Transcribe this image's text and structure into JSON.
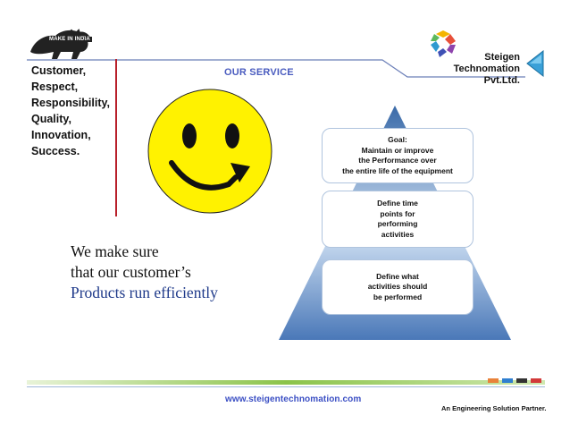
{
  "header": {
    "make_in_india": "MAKE IN INDIA",
    "section_title": "OUR SERVICE",
    "company_name_line1": "Steigen",
    "company_name_line2": "Technomation Pvt.Ltd."
  },
  "values": [
    "Customer,",
    "Respect,",
    "Responsibility,",
    "Quality,",
    "Innovation,",
    "Success."
  ],
  "tagline": {
    "line1": "We make sure",
    "line2": "that our customer’s",
    "line3": "Products run efficiently"
  },
  "pyramid": {
    "goal": [
      "Goal:",
      "Maintain or improve",
      "the Performance  over",
      "the entire life  of the equipment"
    ],
    "time": [
      "Define time",
      "points for",
      "performing",
      "activities"
    ],
    "what": [
      "Define what",
      "activities  should",
      "be performed"
    ]
  },
  "footer": {
    "website": "www.steigentechnomation.com",
    "slogan": "An Engineering Solution Partner."
  },
  "colors": {
    "accent_red": "#b8202a",
    "pyramid_blue": "#4a78b8",
    "smiley_yellow": "#fff200",
    "footer_green": "#8bc34a"
  }
}
